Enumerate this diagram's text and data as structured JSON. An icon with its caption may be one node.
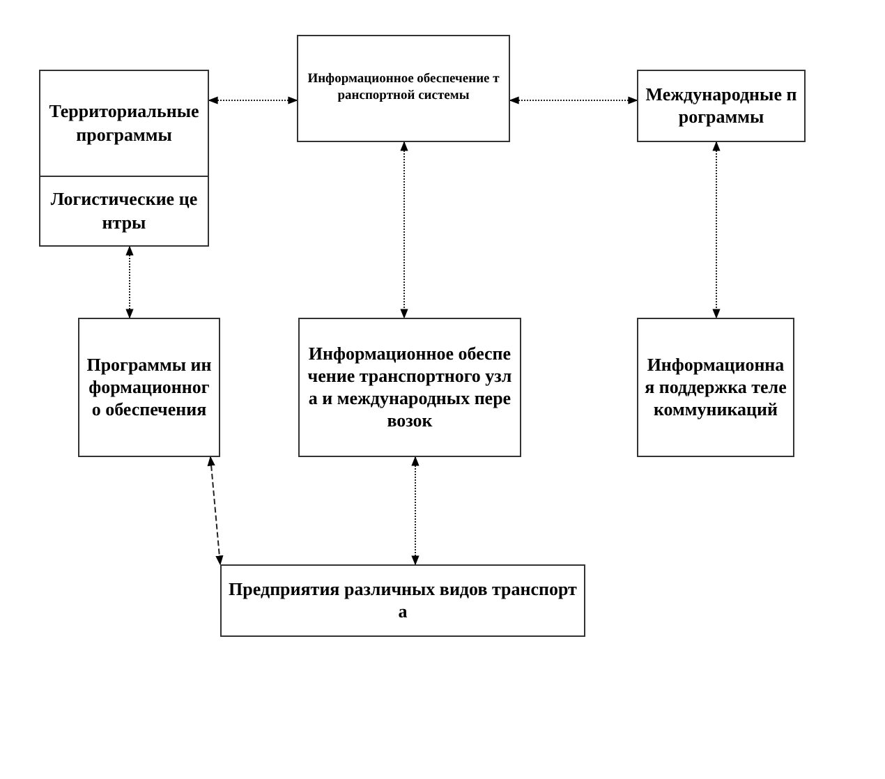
{
  "diagram": {
    "nodes": [
      {
        "text": [
          "Территориальные программы"
        ]
      },
      {
        "text": [
          "Информационное обеспечение транспортной системы"
        ]
      },
      {
        "text": [
          "Международные программы"
        ]
      },
      {
        "text": [
          "Логистические центры"
        ]
      },
      {
        "text": [
          "Программы информационного обеспечения"
        ]
      },
      {
        "text": [
          "Информационное обеспечение транспортного узла и международных перевозок"
        ]
      },
      {
        "text": [
          "Информационная поддержка телекоммуникаций"
        ]
      },
      {
        "text": [
          "Предприятия различных видов транспорта"
        ]
      }
    ],
    "edges": [
      {
        "from": 0,
        "to": 1,
        "arrow": "both"
      },
      {
        "from": 1,
        "to": 2,
        "arrow": "both"
      },
      {
        "from": 1,
        "to": 5,
        "arrow": "both"
      },
      {
        "from": 3,
        "to": 4,
        "arrow": "both"
      },
      {
        "from": 2,
        "to": 6,
        "arrow": "both"
      },
      {
        "from": 4,
        "to": 7,
        "arrow": "both",
        "style": "dashed"
      },
      {
        "from": 5,
        "to": 7,
        "arrow": "both"
      }
    ]
  }
}
